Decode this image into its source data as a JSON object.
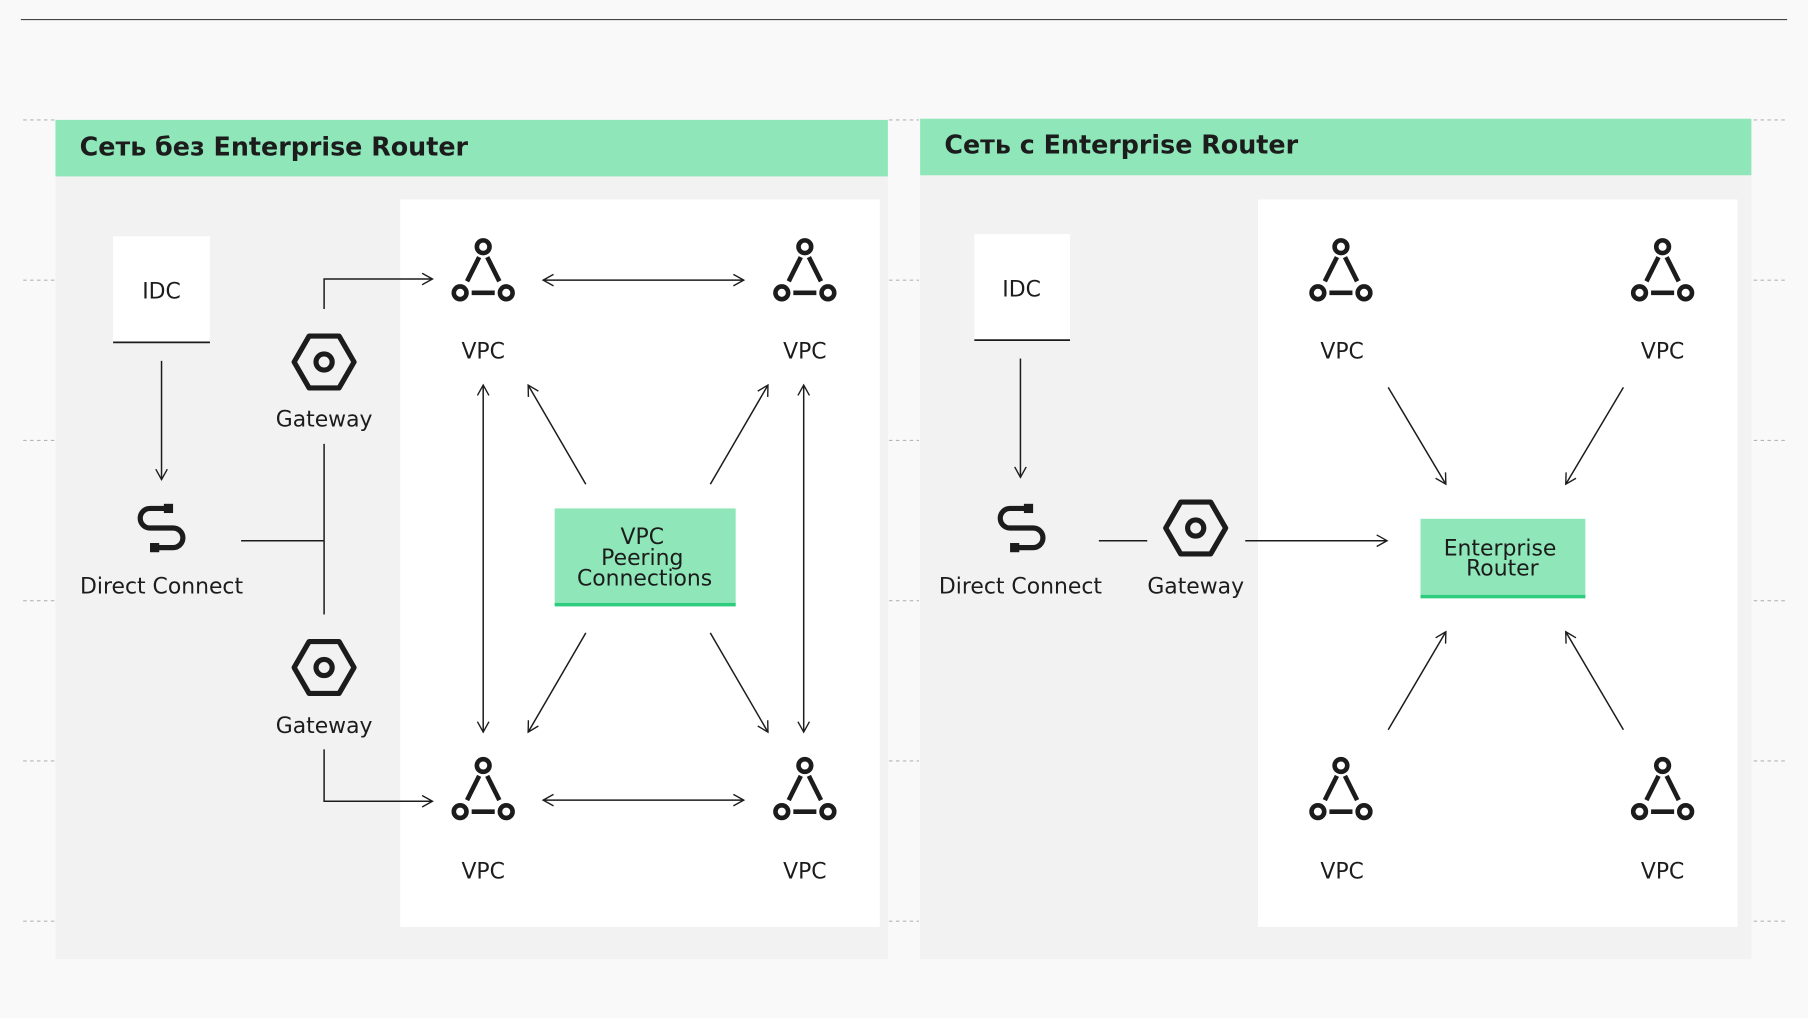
{
  "left_panel": {
    "title": "Сеть без Enterprise Router",
    "idc": "IDC",
    "direct_connect": "Direct Connect",
    "gateway_top": "Gateway",
    "gateway_bottom": "Gateway",
    "vpc_labels": [
      "VPC",
      "VPC",
      "VPC",
      "VPC"
    ],
    "center_box": [
      "VPC",
      "Peering",
      "Connections"
    ]
  },
  "right_panel": {
    "title": "Сеть c Enterprise Router",
    "idc": "IDC",
    "direct_connect": "Direct Connect",
    "gateway": "Gateway",
    "vpc_labels": [
      "VPC",
      "VPC",
      "VPC",
      "VPC"
    ],
    "center_box": [
      "Enterprise",
      "Router"
    ]
  },
  "colors": {
    "header_bg": "#8ee6b9",
    "accent_green": "#2ecc7f",
    "panel_bg": "#f2f2f2",
    "inner_bg": "#ffffff",
    "icon": "#1c1c1c"
  }
}
